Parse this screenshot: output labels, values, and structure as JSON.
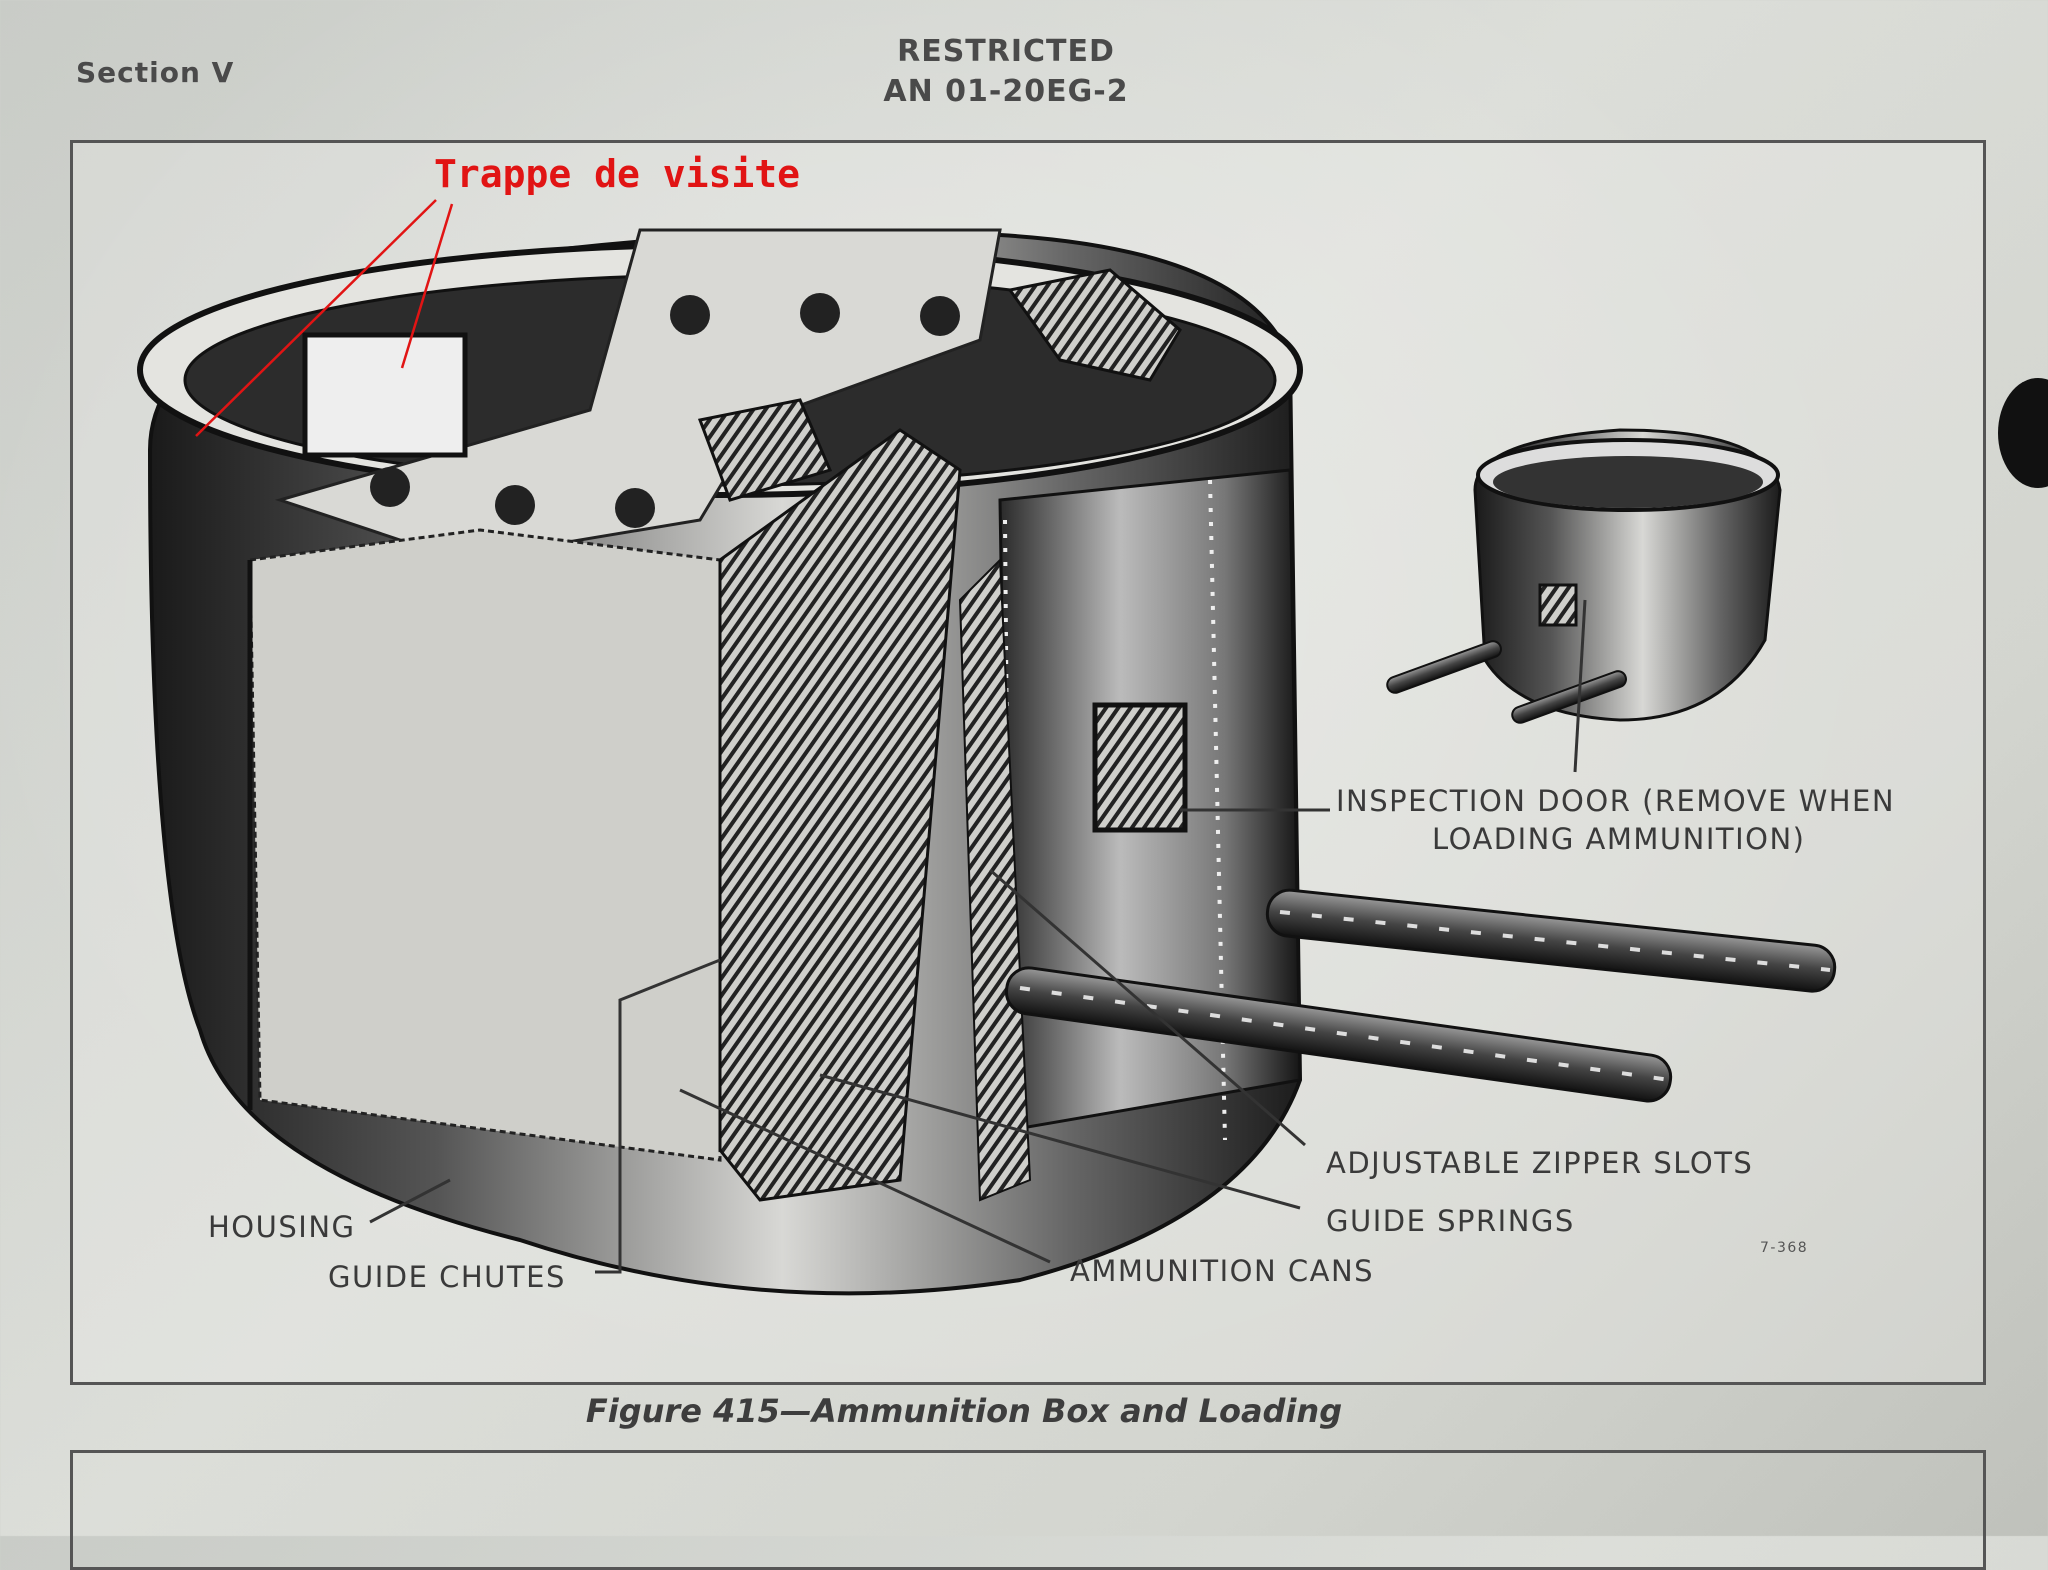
{
  "header": {
    "section": "Section V",
    "classification": "RESTRICTED",
    "doc_code": "AN 01-20EG-2"
  },
  "annotation": {
    "text": "Trappe de visite",
    "color": "#e11414"
  },
  "callouts": {
    "inspection_line1": "INSPECTION DOOR (REMOVE WHEN",
    "inspection_line2": "LOADING AMMUNITION)",
    "zipper_slots": "ADJUSTABLE ZIPPER SLOTS",
    "guide_springs": "GUIDE SPRINGS",
    "ammunition_cans": "AMMUNITION CANS",
    "housing": "HOUSING",
    "guide_chutes": "GUIDE CHUTES",
    "drawing_code": "7-368"
  },
  "caption": "Figure 415—Ammunition Box and Loading"
}
